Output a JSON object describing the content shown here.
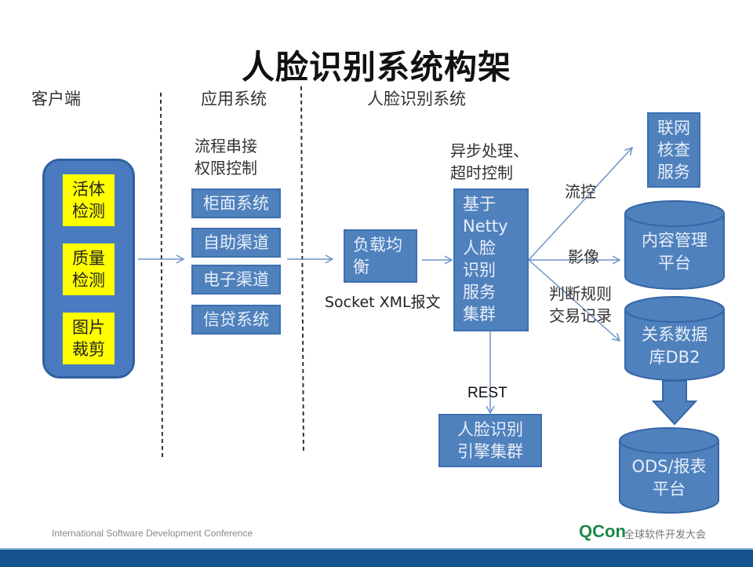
{
  "title": "人脸识别系统构架",
  "columns": {
    "client": "客户端",
    "app": "应用系统",
    "face": "人脸识别系统"
  },
  "client_modules": [
    "活体\n检测",
    "质量\n检测",
    "图片\n裁剪"
  ],
  "app_notes": "流程串接\n权限控制",
  "app_systems": [
    "柜面系统",
    "自助渠道",
    "电子渠道",
    "信贷系统"
  ],
  "load_balancer": "负载均\n衡",
  "socket_label": "Socket XML报文",
  "async_note": "异步处理、\n超时控制",
  "netty_cluster": "基于\nNetty\n人脸\n识别\n服务\n集群",
  "rest_label": "REST",
  "engine_cluster": "人脸识别\n引擎集群",
  "flow_labels": {
    "flow_control": "流控",
    "image": "影像",
    "rules": "判断规则\n交易记录"
  },
  "verify_service": "联网\n核查\n服务",
  "databases": {
    "content": "内容管理\n平台",
    "db2": "关系数据\n库DB2",
    "ods": "ODS/报表\n平台"
  },
  "footer": {
    "conference": "International Software Development Conference",
    "brand": "QCon",
    "brand_cn": "全球软件开发大会"
  },
  "colors": {
    "box_blue": "#4f81bd",
    "highlight_yellow": "#ffff00",
    "arrow": "#6e94c8",
    "footer_bar": "#15538d",
    "brand_green": "#1b8a4a"
  }
}
